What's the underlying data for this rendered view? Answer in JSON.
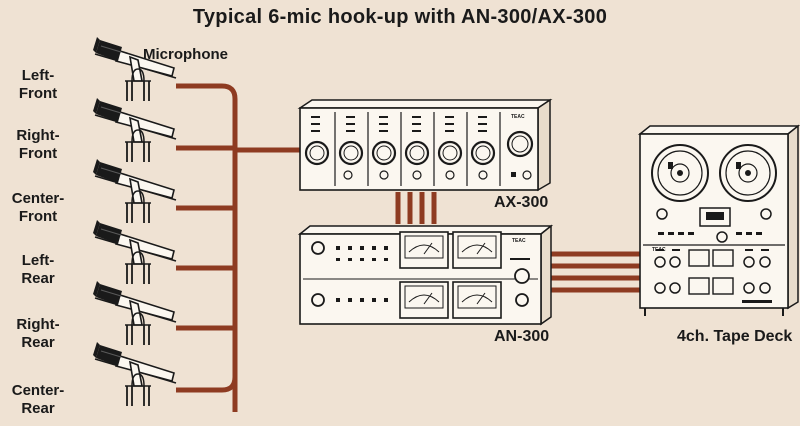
{
  "title": "Typical 6-mic hook-up with AN-300/AX-300",
  "microphone_header": "Microphone",
  "microphones": [
    {
      "line1": "Left-",
      "line2": "Front"
    },
    {
      "line1": "Right-",
      "line2": "Front"
    },
    {
      "line1": "Center-",
      "line2": "Front"
    },
    {
      "line1": "Left-",
      "line2": "Rear"
    },
    {
      "line1": "Right-",
      "line2": "Rear"
    },
    {
      "line1": "Center-",
      "line2": "Rear"
    }
  ],
  "devices": {
    "mixer": {
      "label": "AX-300",
      "badge": "TEAC"
    },
    "processor": {
      "label": "AN-300",
      "badge": "TEAC"
    },
    "tape_deck": {
      "label": "4ch. Tape Deck",
      "badge": "TEAC"
    }
  },
  "colors": {
    "background": "#efe2d3",
    "cable": "#8e3b21",
    "ink": "#1a1a1a",
    "equipment_face": "#fbf7f0"
  }
}
